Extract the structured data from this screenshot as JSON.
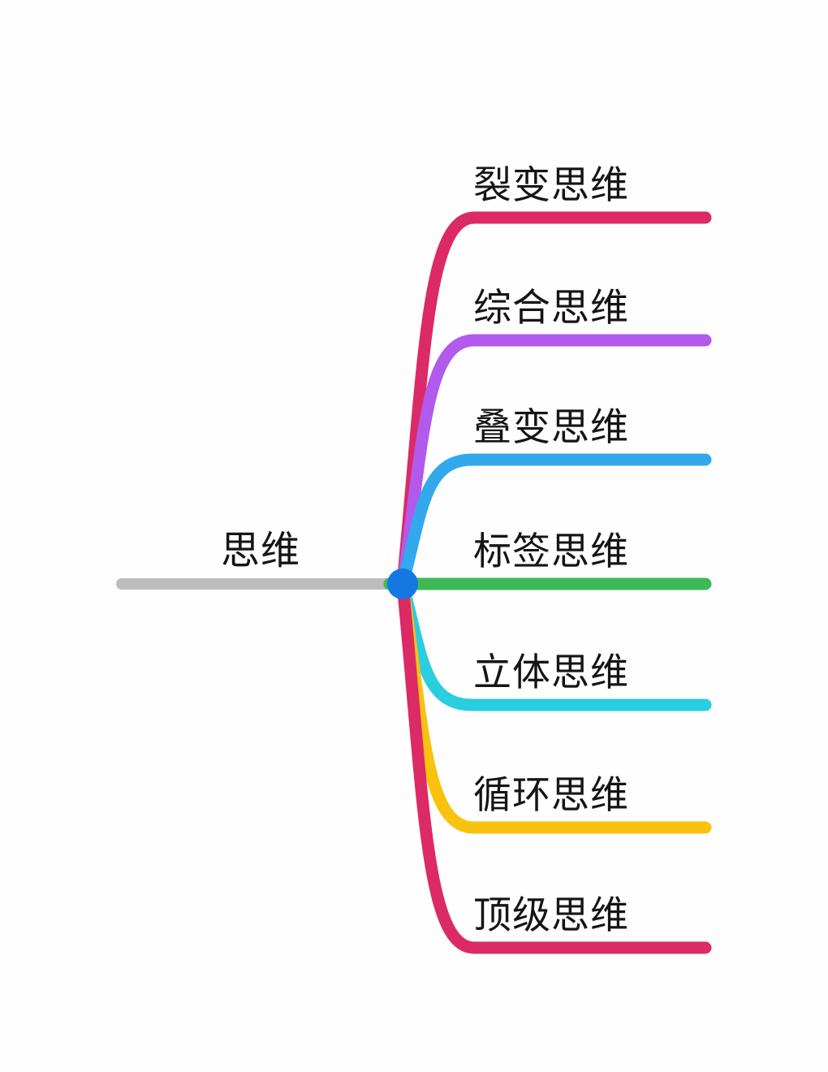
{
  "mindmap": {
    "background": "#FEFEFE",
    "text_color": "#151515",
    "root": {
      "label": "思维",
      "line_color": "#BCBCBC",
      "hub_color": "#1577E2"
    },
    "branches": [
      {
        "label": "裂变思维",
        "color": "#DC2A66"
      },
      {
        "label": "综合思维",
        "color": "#B25AEC"
      },
      {
        "label": "叠变思维",
        "color": "#31A9EC"
      },
      {
        "label": "标签思维",
        "color": "#3FB958"
      },
      {
        "label": "立体思维",
        "color": "#29CEDF"
      },
      {
        "label": "循环思维",
        "color": "#F9C20E"
      },
      {
        "label": "顶级思维",
        "color": "#DC2A66"
      }
    ]
  }
}
